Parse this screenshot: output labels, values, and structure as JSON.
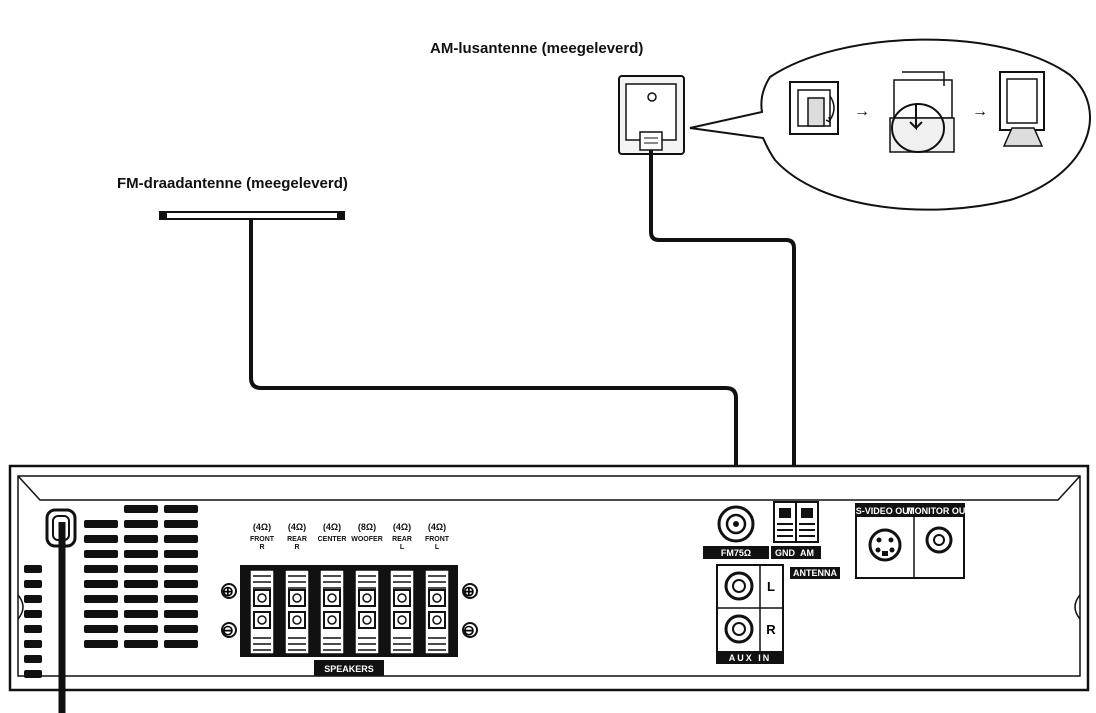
{
  "labels": {
    "am_antenna": "AM-lusantenne (meegeleverd)",
    "fm_antenna": "FM-draadantenne (meegeleverd)"
  },
  "panel": {
    "speakers_label": "SPEAKERS",
    "speaker_channels": [
      {
        "ohm": "(4Ω)",
        "name": "FRONT",
        "side": "R"
      },
      {
        "ohm": "(4Ω)",
        "name": "REAR",
        "side": "R"
      },
      {
        "ohm": "(4Ω)",
        "name": "CENTER",
        "side": ""
      },
      {
        "ohm": "(8Ω)",
        "name": "WOOFER",
        "side": ""
      },
      {
        "ohm": "(4Ω)",
        "name": "REAR",
        "side": "L"
      },
      {
        "ohm": "(4Ω)",
        "name": "FRONT",
        "side": "L"
      }
    ],
    "plus_sign": "⊕",
    "minus_sign": "⊖",
    "fm_label": "FM75Ω",
    "gnd_label": "GND",
    "am_label": "AM",
    "antenna_label": "ANTENNA",
    "aux_left": "L",
    "aux_right": "R",
    "aux_label": "AUX IN",
    "svideo_label": "S-VIDEO OUT",
    "monitor_label": "MONITOR OUT"
  },
  "arrows": [
    "→",
    "→"
  ]
}
